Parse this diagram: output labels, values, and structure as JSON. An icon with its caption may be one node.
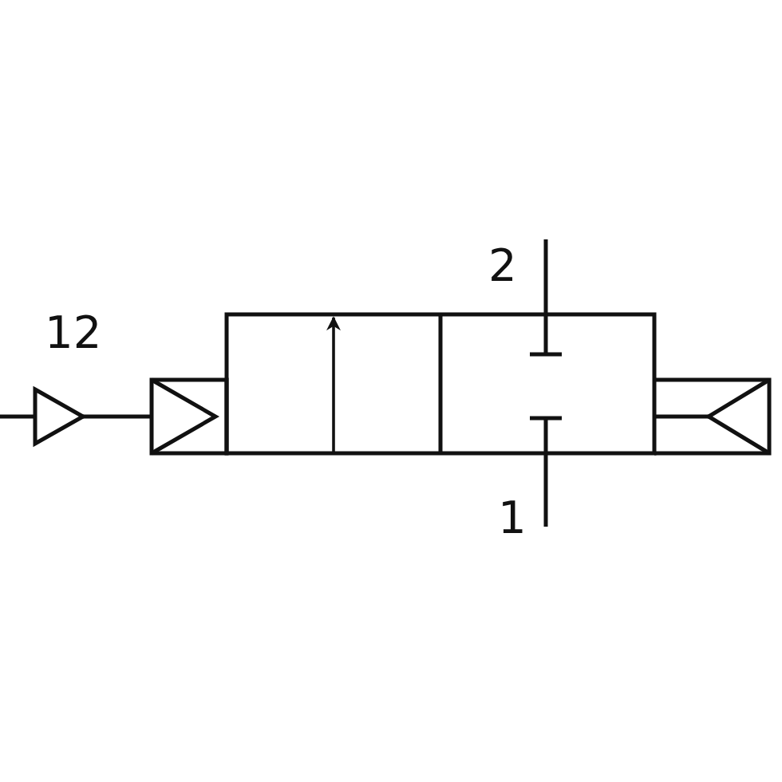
{
  "diagram": {
    "labels": [
      "2",
      "12",
      "1"
    ]
  }
}
